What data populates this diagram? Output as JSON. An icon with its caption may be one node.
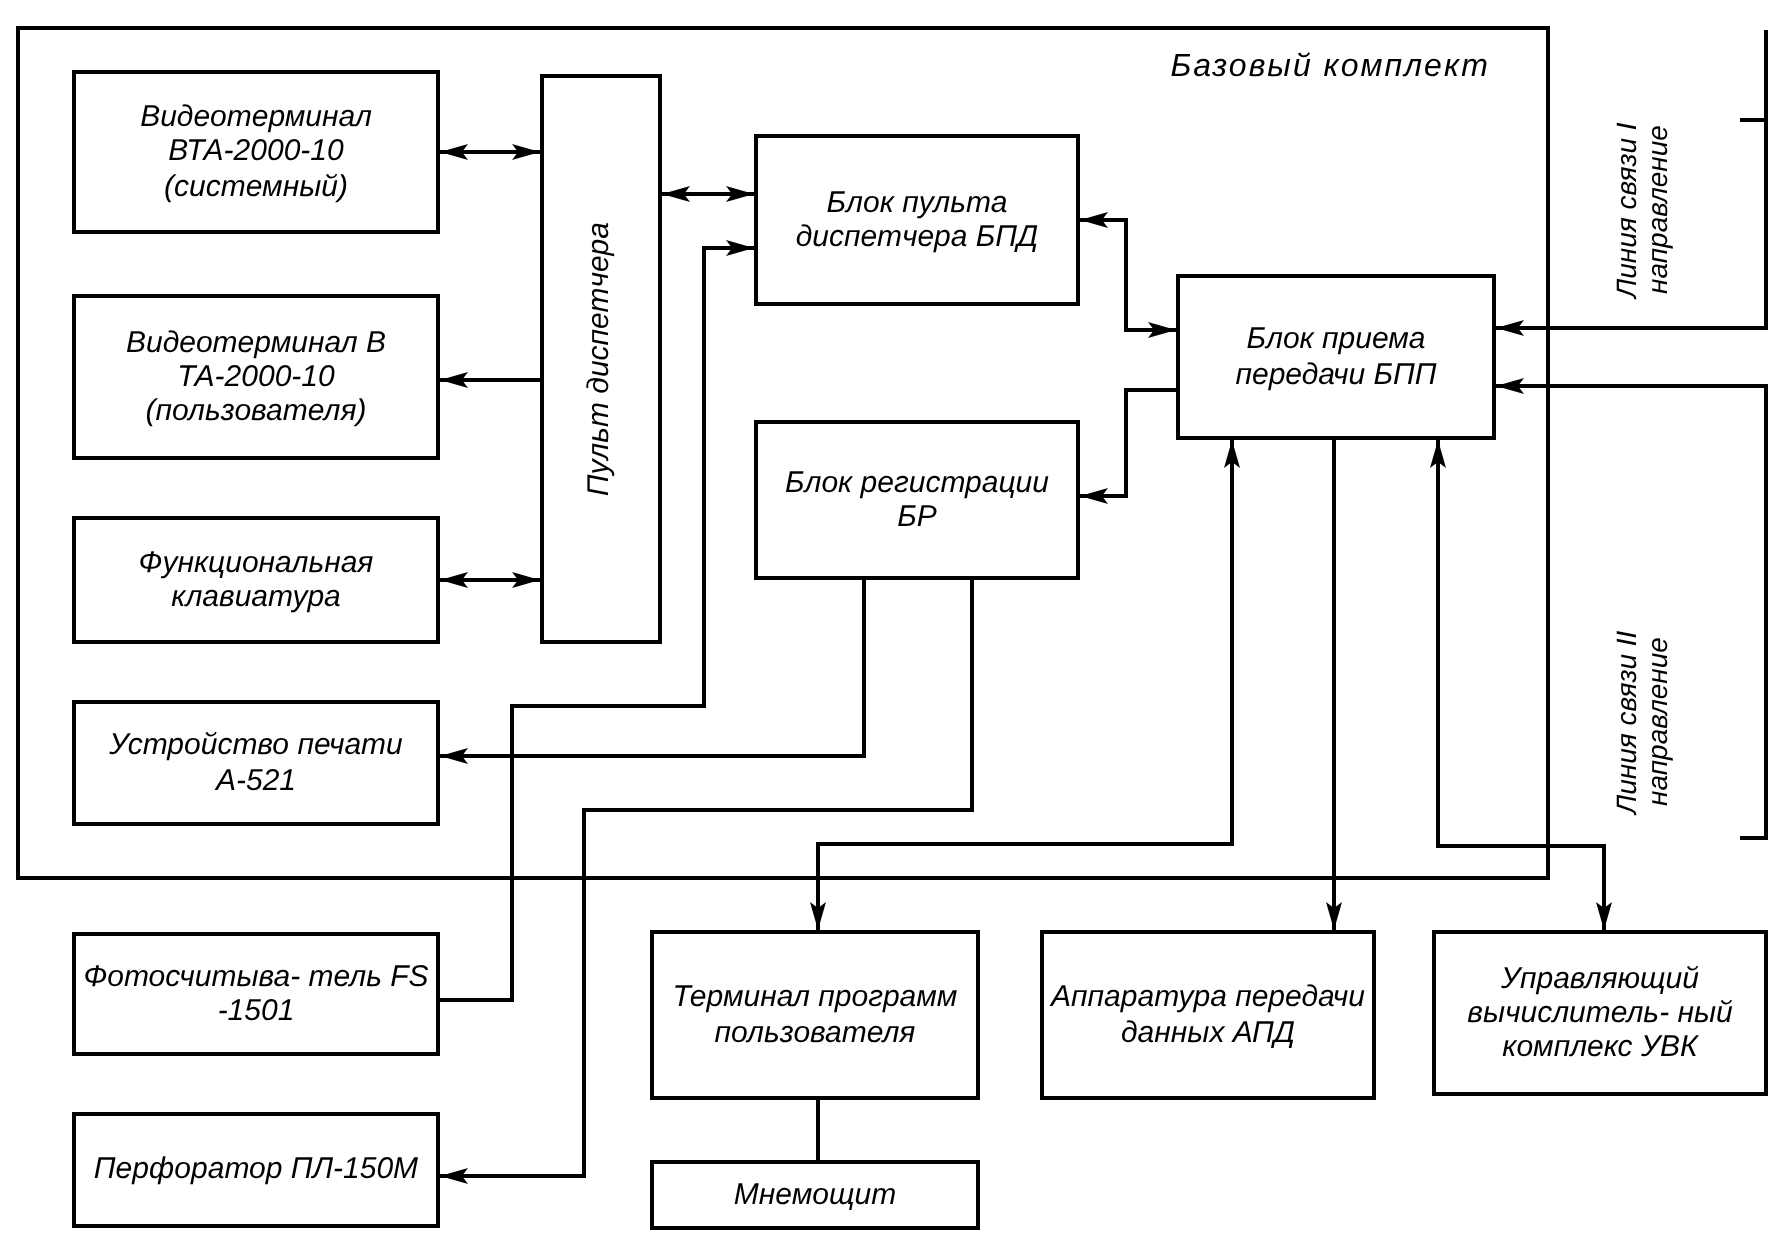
{
  "diagram": {
    "nodes": [
      {
        "text": [
          "Базовый комплект"
        ]
      },
      {
        "text": [
          "Видеотерминал ВТА-2000-10 (системный)"
        ],
        "in": 0
      },
      {
        "text": [
          "Видеотерминал В ТА-2000-10 (пользователя)"
        ],
        "in": 0
      },
      {
        "text": [
          "Функциональная клавиатура"
        ],
        "in": 0
      },
      {
        "text": [
          "Пульт диспетчера"
        ],
        "in": 0
      },
      {
        "text": [
          "Блок пульта диспетчера БПД"
        ],
        "in": 0
      },
      {
        "text": [
          "Блок приема передачи БПП"
        ],
        "in": 0
      },
      {
        "text": [
          "Блок регистрации БР"
        ],
        "in": 0
      },
      {
        "text": [
          "Устройство печати А-521"
        ],
        "in": 0
      },
      {
        "text": [
          "Фотосчитыва- тель FS -1501"
        ]
      },
      {
        "text": [
          "Перфоратор ПЛ-150М"
        ]
      },
      {
        "text": [
          "Терминал программ пользователя"
        ]
      },
      {
        "text": [
          "Аппаратура передачи данных АПД"
        ]
      },
      {
        "text": [
          "Управляющий вычислитель- ный комплекс УВК"
        ]
      },
      {
        "text": [
          "Мнемощит"
        ]
      },
      {
        "text": [
          "Линия связи I направление"
        ]
      },
      {
        "text": [
          "Линия связи II направление"
        ]
      }
    ],
    "edges": [
      {
        "from": 1,
        "to": 4,
        "arrow": "both"
      },
      {
        "from": 4,
        "to": 2,
        "arrow": "to"
      },
      {
        "from": 3,
        "to": 4,
        "arrow": "both"
      },
      {
        "from": 4,
        "to": 5,
        "arrow": "both"
      },
      {
        "from": 6,
        "to": 5,
        "arrow": "both"
      },
      {
        "from": 6,
        "to": 7,
        "arrow": "to"
      },
      {
        "from": 9,
        "to": 5,
        "arrow": "to"
      },
      {
        "from": 7,
        "to": 8,
        "arrow": "to"
      },
      {
        "from": 7,
        "to": 10,
        "arrow": "to"
      },
      {
        "from": 6,
        "to": 11,
        "arrow": "both"
      },
      {
        "from": 6,
        "to": 12,
        "arrow": "to"
      },
      {
        "from": 6,
        "to": 13,
        "arrow": "both"
      },
      {
        "from": 11,
        "to": 14,
        "arrow": "none"
      },
      {
        "from": 15,
        "to": 6,
        "arrow": "to"
      },
      {
        "from": 16,
        "to": 6,
        "arrow": "to"
      }
    ]
  }
}
